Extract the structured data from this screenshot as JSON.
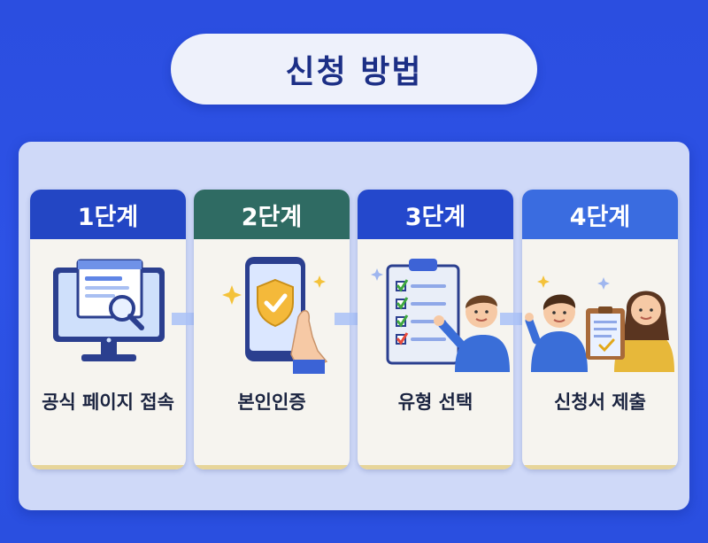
{
  "title": "신청 방법",
  "steps": [
    {
      "step": "1단계",
      "label": "공식 페이지 접속",
      "color": "#2346c4",
      "icon": "computer-search-icon"
    },
    {
      "step": "2단계",
      "label": "본인인증",
      "color": "#2f6b63",
      "icon": "phone-shield-icon"
    },
    {
      "step": "3단계",
      "label": "유형 선택",
      "color": "#2448cc",
      "icon": "checklist-person-icon"
    },
    {
      "step": "4단계",
      "label": "신청서 제출",
      "color": "#3a6ce0",
      "icon": "people-document-icon"
    }
  ]
}
